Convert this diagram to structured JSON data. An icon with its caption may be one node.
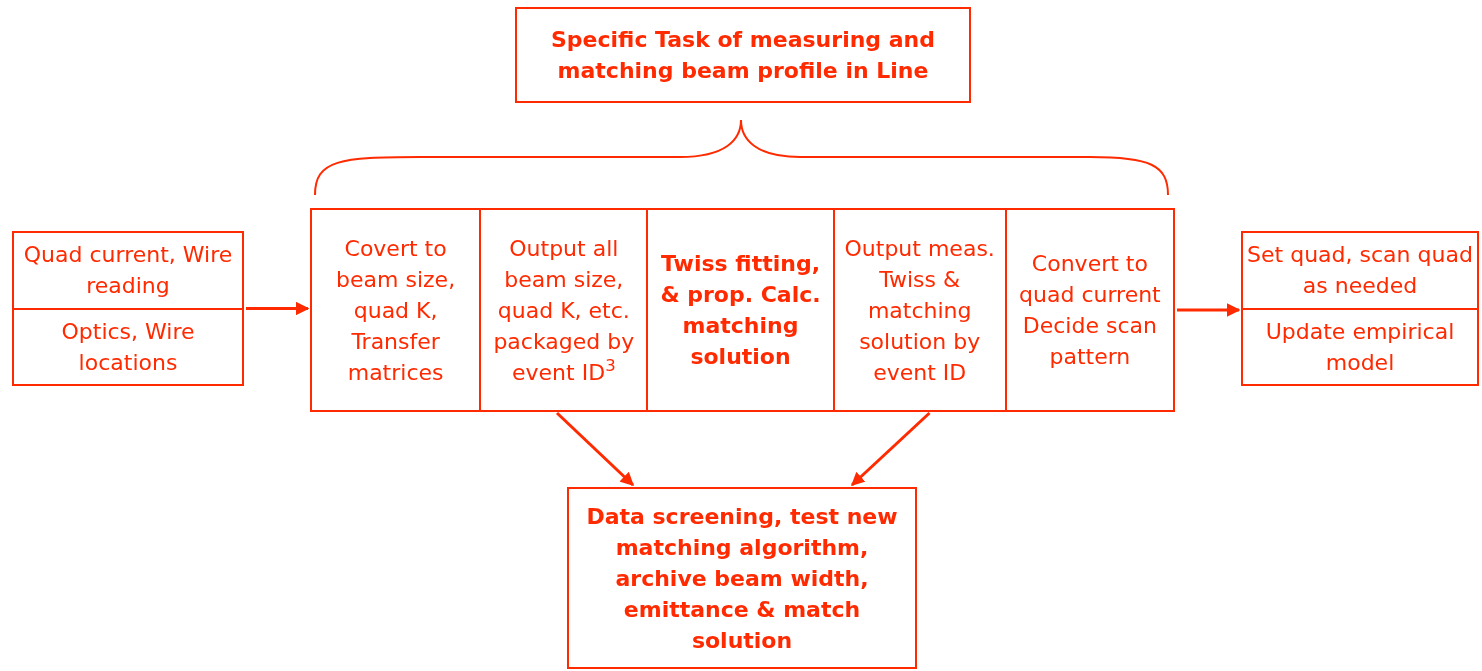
{
  "diagram": {
    "nodes": [
      {
        "text": [
          "Specific Task of measuring and matching beam profile in Line"
        ]
      },
      {
        "text": [],
        "shape": "box"
      },
      {
        "text": [
          "Quad current, Wire reading"
        ],
        "in": 1
      },
      {
        "text": [
          "Optics, Wire locations"
        ],
        "in": 1
      },
      {
        "text": [],
        "shape": "box"
      },
      {
        "text": [
          "Covert  to beam size, quad K, Transfer matrices"
        ],
        "in": 4
      },
      {
        "text": [
          "Output all beam size, quad K, etc. packaged by event ID$^{3}$"
        ],
        "in": 4
      },
      {
        "text": [
          "Twiss fitting, & prop. Calc. matching solution"
        ],
        "in": 4
      },
      {
        "text": [
          "Output meas. Twiss & matching solution by event ID"
        ],
        "in": 4
      },
      {
        "text": [
          "Convert to quad current Decide scan pattern"
        ],
        "in": 4
      },
      {
        "text": [],
        "shape": "box"
      },
      {
        "text": [
          "Set quad, scan quad as needed"
        ],
        "in": 10
      },
      {
        "text": [
          "Update empirical model"
        ],
        "in": 10
      },
      {
        "text": [
          "Data screening, test new matching algorithm, archive beam width, emittance & match solution"
        ]
      }
    ],
    "edges": [
      {
        "from": 1,
        "to": 4,
        "arrow": "to"
      },
      {
        "from": 4,
        "to": 10,
        "arrow": "to"
      },
      {
        "from": 6,
        "to": 13,
        "arrow": "to"
      },
      {
        "from": 8,
        "to": 13,
        "arrow": "to"
      }
    ]
  }
}
